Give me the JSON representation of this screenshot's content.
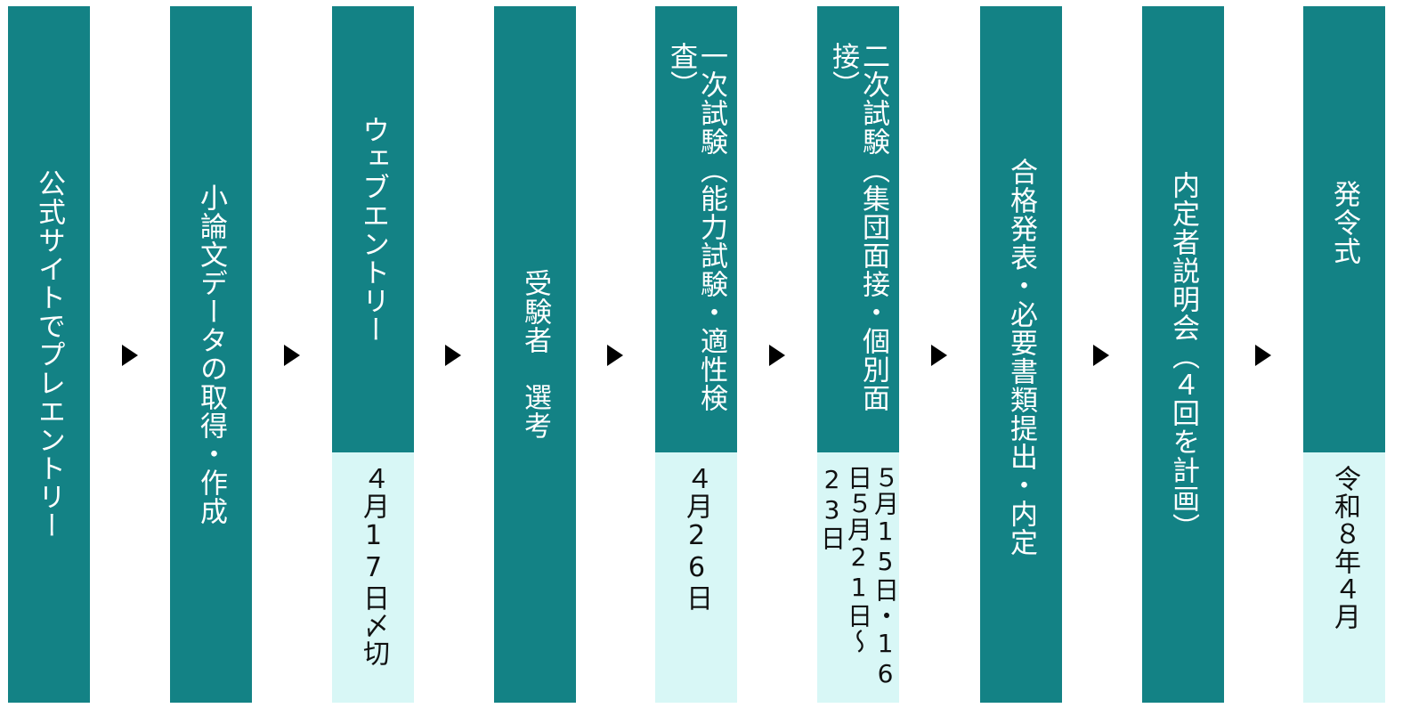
{
  "steps": [
    {
      "title": "公式サイトでプレエントリー",
      "date": null
    },
    {
      "title": "小論文データの取得・作成",
      "date": null
    },
    {
      "title": "ウェブエントリー",
      "date": "４月17日〆切"
    },
    {
      "title": "受験者　選考",
      "date": null
    },
    {
      "title": "一次試験（能力試験・適性検査）",
      "date": "４月26日"
    },
    {
      "title": "二次試験（集団面接・個別面接）",
      "date": "５月15日・16日５月21日～23日"
    },
    {
      "title": "合格発表・必要書類提出・内定",
      "date": null
    },
    {
      "title": "内定者説明会（４回を計画）",
      "date": null
    },
    {
      "title": "発令式",
      "date": "令和８年４月"
    }
  ],
  "colors": {
    "header": "#138285",
    "date_bg": "#d8f7f6",
    "arrow": "#000000"
  },
  "arrow_icon": "right-triangle-icon"
}
